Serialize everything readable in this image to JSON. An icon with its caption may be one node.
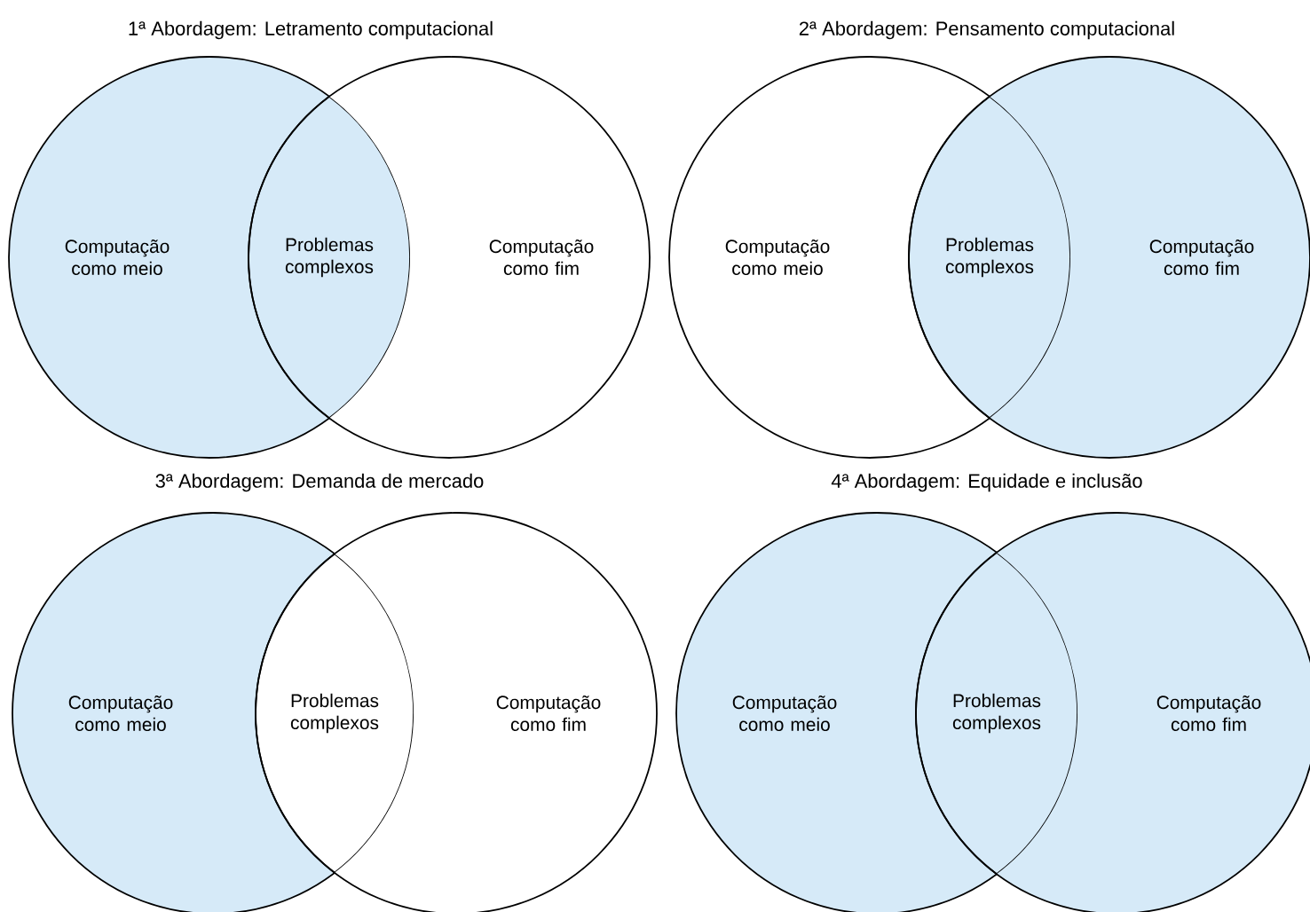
{
  "diagram": {
    "nodes": [
      {
        "text": [
          "Computação como meio"
        ]
      },
      {
        "text": [
          "Problemas complexos"
        ]
      },
      {
        "text": [
          "Computação como fim"
        ]
      },
      {
        "text": [
          "Computação como meio"
        ]
      },
      {
        "text": [
          "Problemas complexos"
        ]
      },
      {
        "text": [
          "Computação como fim"
        ]
      },
      {
        "text": [
          "Computação como meio"
        ]
      },
      {
        "text": [
          "Problemas complexos"
        ]
      },
      {
        "text": [
          "Computação como fim"
        ]
      },
      {
        "text": [
          "Computação como meio"
        ]
      },
      {
        "text": [
          "Problemas complexos"
        ]
      },
      {
        "text": [
          "Computação como fim"
        ]
      }
    ],
    "edges": [],
    "labels": [
      "1ª Abordagem: Letramento computacional",
      "2ª Abordagem: Pensamento computacional",
      "3ª Abordagem: Demanda de mercado",
      "4ª Abordagem: Equidade e inclusão"
    ]
  }
}
